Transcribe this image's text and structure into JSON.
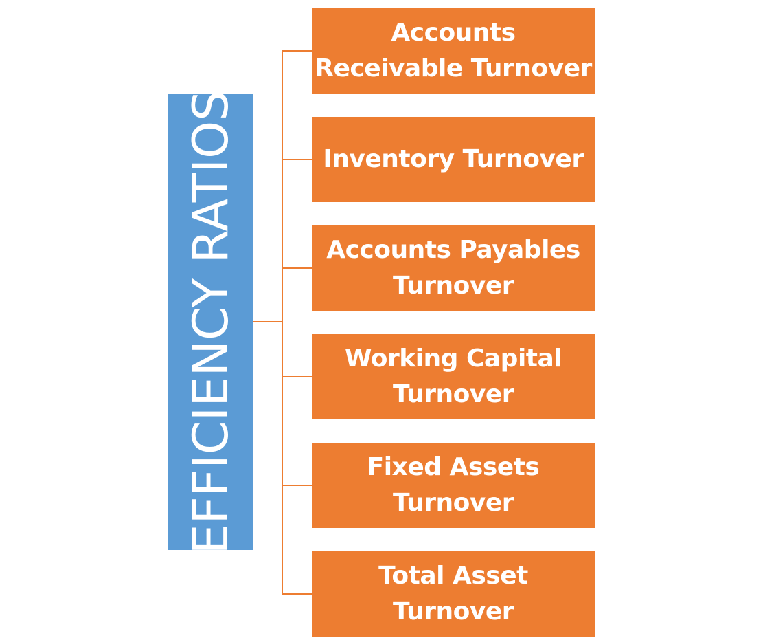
{
  "diagram": {
    "root": {
      "label": "EFFICIENCY RATIOS",
      "color": "#5b9bd5"
    },
    "connector_color": "#ed7d31",
    "children": [
      {
        "label": "Accounts Receivable Turnover",
        "color": "#ed7d31"
      },
      {
        "label": "Inventory Turnover",
        "color": "#ed7d31"
      },
      {
        "label": "Accounts Payables Turnover",
        "color": "#ed7d31"
      },
      {
        "label": "Working Capital Turnover",
        "color": "#ed7d31"
      },
      {
        "label": "Fixed Assets Turnover",
        "color": "#ed7d31"
      },
      {
        "label": "Total Asset Turnover",
        "color": "#ed7d31"
      }
    ]
  }
}
